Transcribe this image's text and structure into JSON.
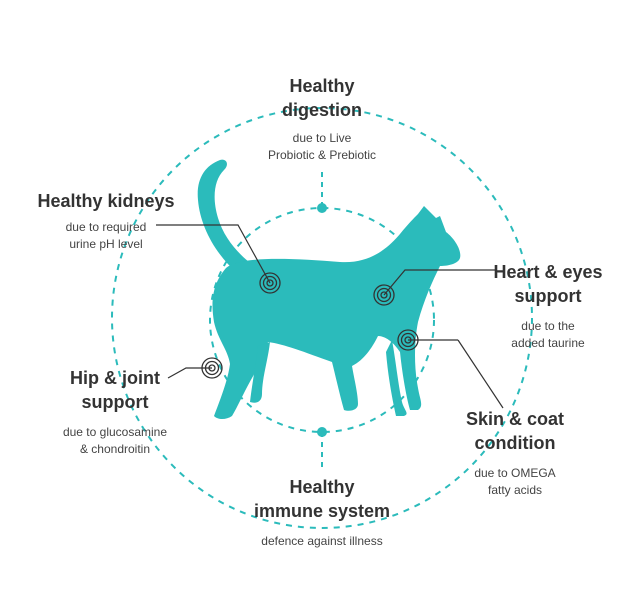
{
  "colors": {
    "cat": "#2bbbbb",
    "ring": "#2bbbbb",
    "marker": "#333333",
    "text": "#333333"
  },
  "benefits": [
    {
      "title": "Healthy\ndigestion",
      "detail": "due to Live\nProbiotic & Prebiotic"
    },
    {
      "title": "Healthy kidneys",
      "detail": "due to required\nurine pH level"
    },
    {
      "title": "Heart & eyes\nsupport",
      "detail": "due to the\nadded taurine"
    },
    {
      "title": "Hip & joint\nsupport",
      "detail": "due to glucosamine\n& chondroitin"
    },
    {
      "title": "Skin & coat\ncondition",
      "detail": "due to OMEGA\nfatty acids"
    },
    {
      "title": "Healthy\nimmune system",
      "detail": "defence against illness"
    }
  ],
  "illustration": {
    "subject": "cat-silhouette"
  }
}
